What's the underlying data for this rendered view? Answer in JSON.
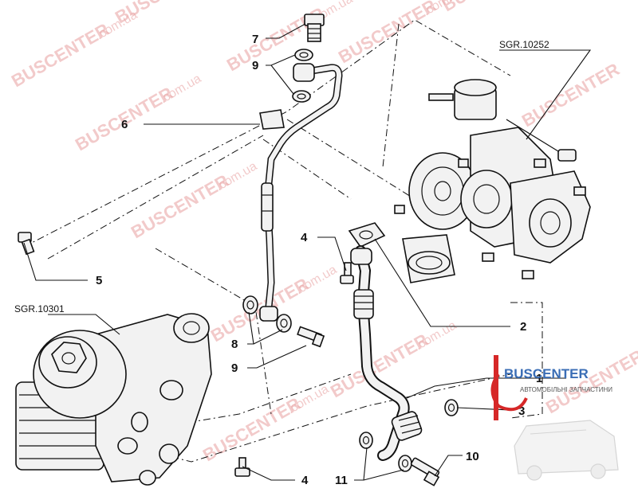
{
  "watermark": {
    "text": "BUSCENTER",
    "suffix": ".com.ua"
  },
  "brand": {
    "name": "BUSCENTER",
    "tagline": "АВТОМОБІЛЬНІ ЗАПЧАСТИНИ",
    "accent_color": "#3a6db5",
    "logo_red": "#d62828"
  },
  "references": {
    "turbo": "SGR.10252",
    "filter_housing": "SGR.10301"
  },
  "callouts": {
    "c7": "7",
    "c9_top": "9",
    "c6": "6",
    "c5": "5",
    "c4_top": "4",
    "c2": "2",
    "c8": "8",
    "c9_mid": "9",
    "c1": "1",
    "c3": "3",
    "c10": "10",
    "c4_bottom": "4",
    "c11": "11"
  }
}
